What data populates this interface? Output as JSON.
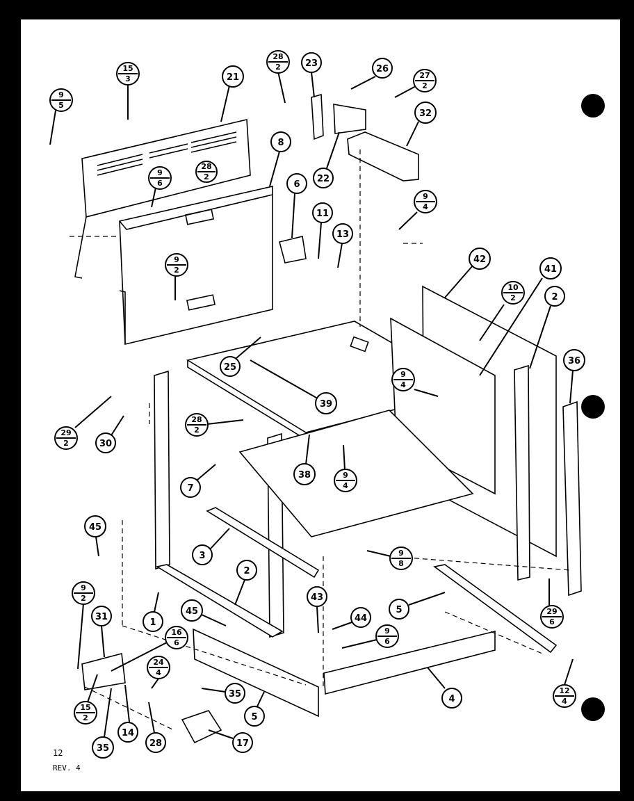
{
  "footer": {
    "page_number": "12",
    "revision": "REV. 4"
  },
  "callouts": [
    {
      "id": "c21",
      "label": "21"
    },
    {
      "id": "c8",
      "label": "8"
    },
    {
      "id": "c23",
      "label": "23"
    },
    {
      "id": "c26",
      "label": "26"
    },
    {
      "id": "c32",
      "label": "32"
    },
    {
      "id": "c22",
      "label": "22"
    },
    {
      "id": "c6",
      "label": "6"
    },
    {
      "id": "c11",
      "label": "11"
    },
    {
      "id": "c13",
      "label": "13"
    },
    {
      "id": "c42",
      "label": "42"
    },
    {
      "id": "c41",
      "label": "41"
    },
    {
      "id": "c2a",
      "label": "2"
    },
    {
      "id": "c36",
      "label": "36"
    },
    {
      "id": "c25",
      "label": "25"
    },
    {
      "id": "c39",
      "label": "39"
    },
    {
      "id": "c30",
      "label": "30"
    },
    {
      "id": "c38",
      "label": "38"
    },
    {
      "id": "c7",
      "label": "7"
    },
    {
      "id": "c45a",
      "label": "45"
    },
    {
      "id": "c3",
      "label": "3"
    },
    {
      "id": "c2b",
      "label": "2"
    },
    {
      "id": "c43",
      "label": "43"
    },
    {
      "id": "c44",
      "label": "44"
    },
    {
      "id": "c5a",
      "label": "5"
    },
    {
      "id": "c1",
      "label": "1"
    },
    {
      "id": "c45b",
      "label": "45"
    },
    {
      "id": "c31",
      "label": "31"
    },
    {
      "id": "c35a",
      "label": "35"
    },
    {
      "id": "c5b",
      "label": "5"
    },
    {
      "id": "c4",
      "label": "4"
    },
    {
      "id": "c14",
      "label": "14"
    },
    {
      "id": "c35b",
      "label": "35"
    },
    {
      "id": "c28",
      "label": "28"
    },
    {
      "id": "c17",
      "label": "17"
    }
  ],
  "fractions": [
    {
      "id": "f15_3",
      "top": "15",
      "bottom": "3"
    },
    {
      "id": "f9_5",
      "top": "9",
      "bottom": "5"
    },
    {
      "id": "f28_2a",
      "top": "28",
      "bottom": "2"
    },
    {
      "id": "f27_2",
      "top": "27",
      "bottom": "2"
    },
    {
      "id": "f9_6a",
      "top": "9",
      "bottom": "6"
    },
    {
      "id": "f28_2b",
      "top": "28",
      "bottom": "2"
    },
    {
      "id": "f9_4a",
      "top": "9",
      "bottom": "4"
    },
    {
      "id": "f9_2a",
      "top": "9",
      "bottom": "2"
    },
    {
      "id": "f10_2",
      "top": "10",
      "bottom": "2"
    },
    {
      "id": "f9_4b",
      "top": "9",
      "bottom": "4"
    },
    {
      "id": "f29_2",
      "top": "29",
      "bottom": "2"
    },
    {
      "id": "f28_2c",
      "top": "28",
      "bottom": "2"
    },
    {
      "id": "f9_4c",
      "top": "9",
      "bottom": "4"
    },
    {
      "id": "f9_8",
      "top": "9",
      "bottom": "8"
    },
    {
      "id": "f9_2b",
      "top": "9",
      "bottom": "2"
    },
    {
      "id": "f29_6",
      "top": "29",
      "bottom": "6"
    },
    {
      "id": "f16_6",
      "top": "16",
      "bottom": "6"
    },
    {
      "id": "f9_6b",
      "top": "9",
      "bottom": "6"
    },
    {
      "id": "f24_4",
      "top": "24",
      "bottom": "4"
    },
    {
      "id": "f15_2",
      "top": "15",
      "bottom": "2"
    },
    {
      "id": "f12_4",
      "top": "12",
      "bottom": "4"
    }
  ]
}
